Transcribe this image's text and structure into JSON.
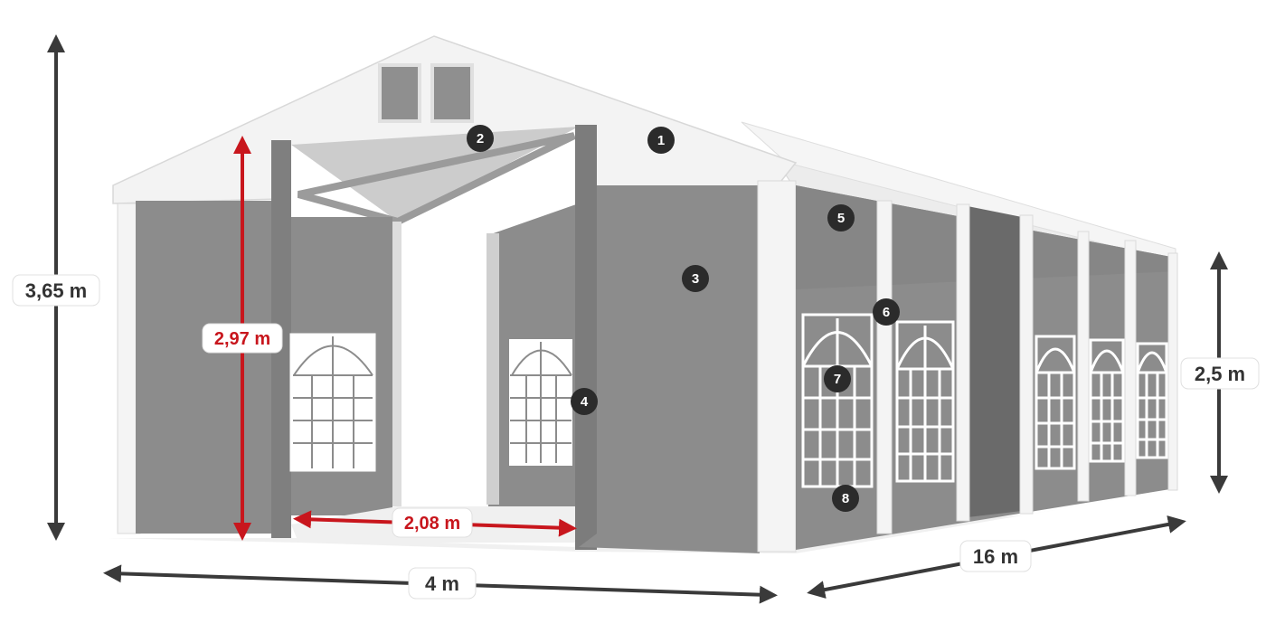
{
  "dimensions": {
    "total_height": "3,65 m",
    "side_height": "2,5 m",
    "width": "4 m",
    "length": "16 m",
    "door_height": "2,97 m",
    "door_width": "2,08 m"
  },
  "markers": [
    "1",
    "2",
    "3",
    "4",
    "5",
    "6",
    "7",
    "8"
  ],
  "colors": {
    "roof": "#f2f2f2",
    "wall": "#8c8c8c",
    "frame": "#ffffff",
    "arrow": "#3a3a3a",
    "accent_red": "#c8161d",
    "marker": "#2b2b2b"
  }
}
